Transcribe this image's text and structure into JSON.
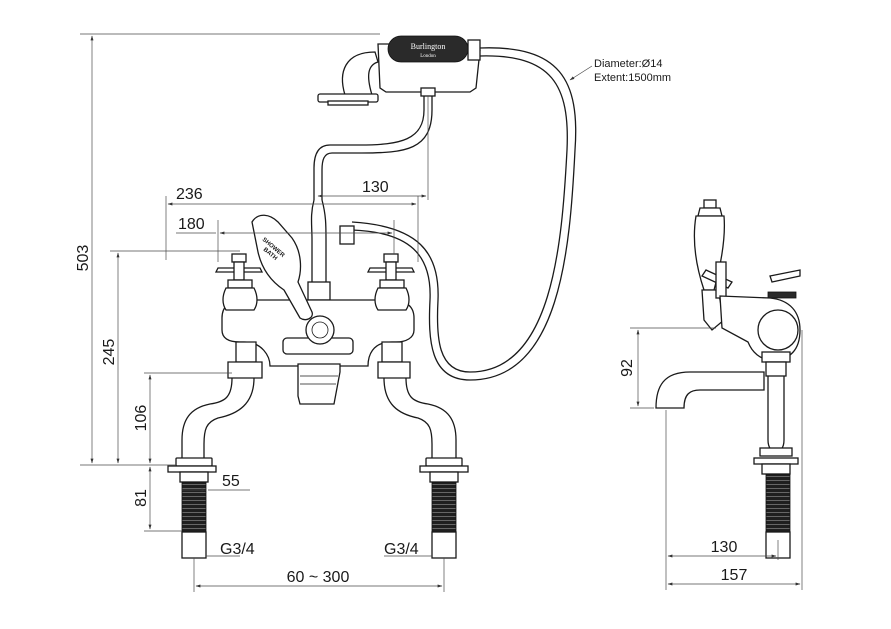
{
  "drawing": {
    "dims": {
      "overall_height": "503",
      "spout_height": "245",
      "leg_height": "106",
      "tail_length": "81",
      "width_236": "236",
      "width_180": "180",
      "offset_130_top": "130",
      "tail_55": "55",
      "centres": "60 ~ 300",
      "side_92": "92",
      "side_130": "130",
      "side_157": "157"
    },
    "threads": {
      "left": "G3/4",
      "right": "G3/4"
    },
    "hose": {
      "diameter": "Diameter:Ø14",
      "extent": "Extent:1500mm"
    },
    "handset": {
      "brand": "Burlington",
      "city": "London"
    },
    "lever": {
      "word1": "SHOWER",
      "word2": "BATH"
    }
  }
}
